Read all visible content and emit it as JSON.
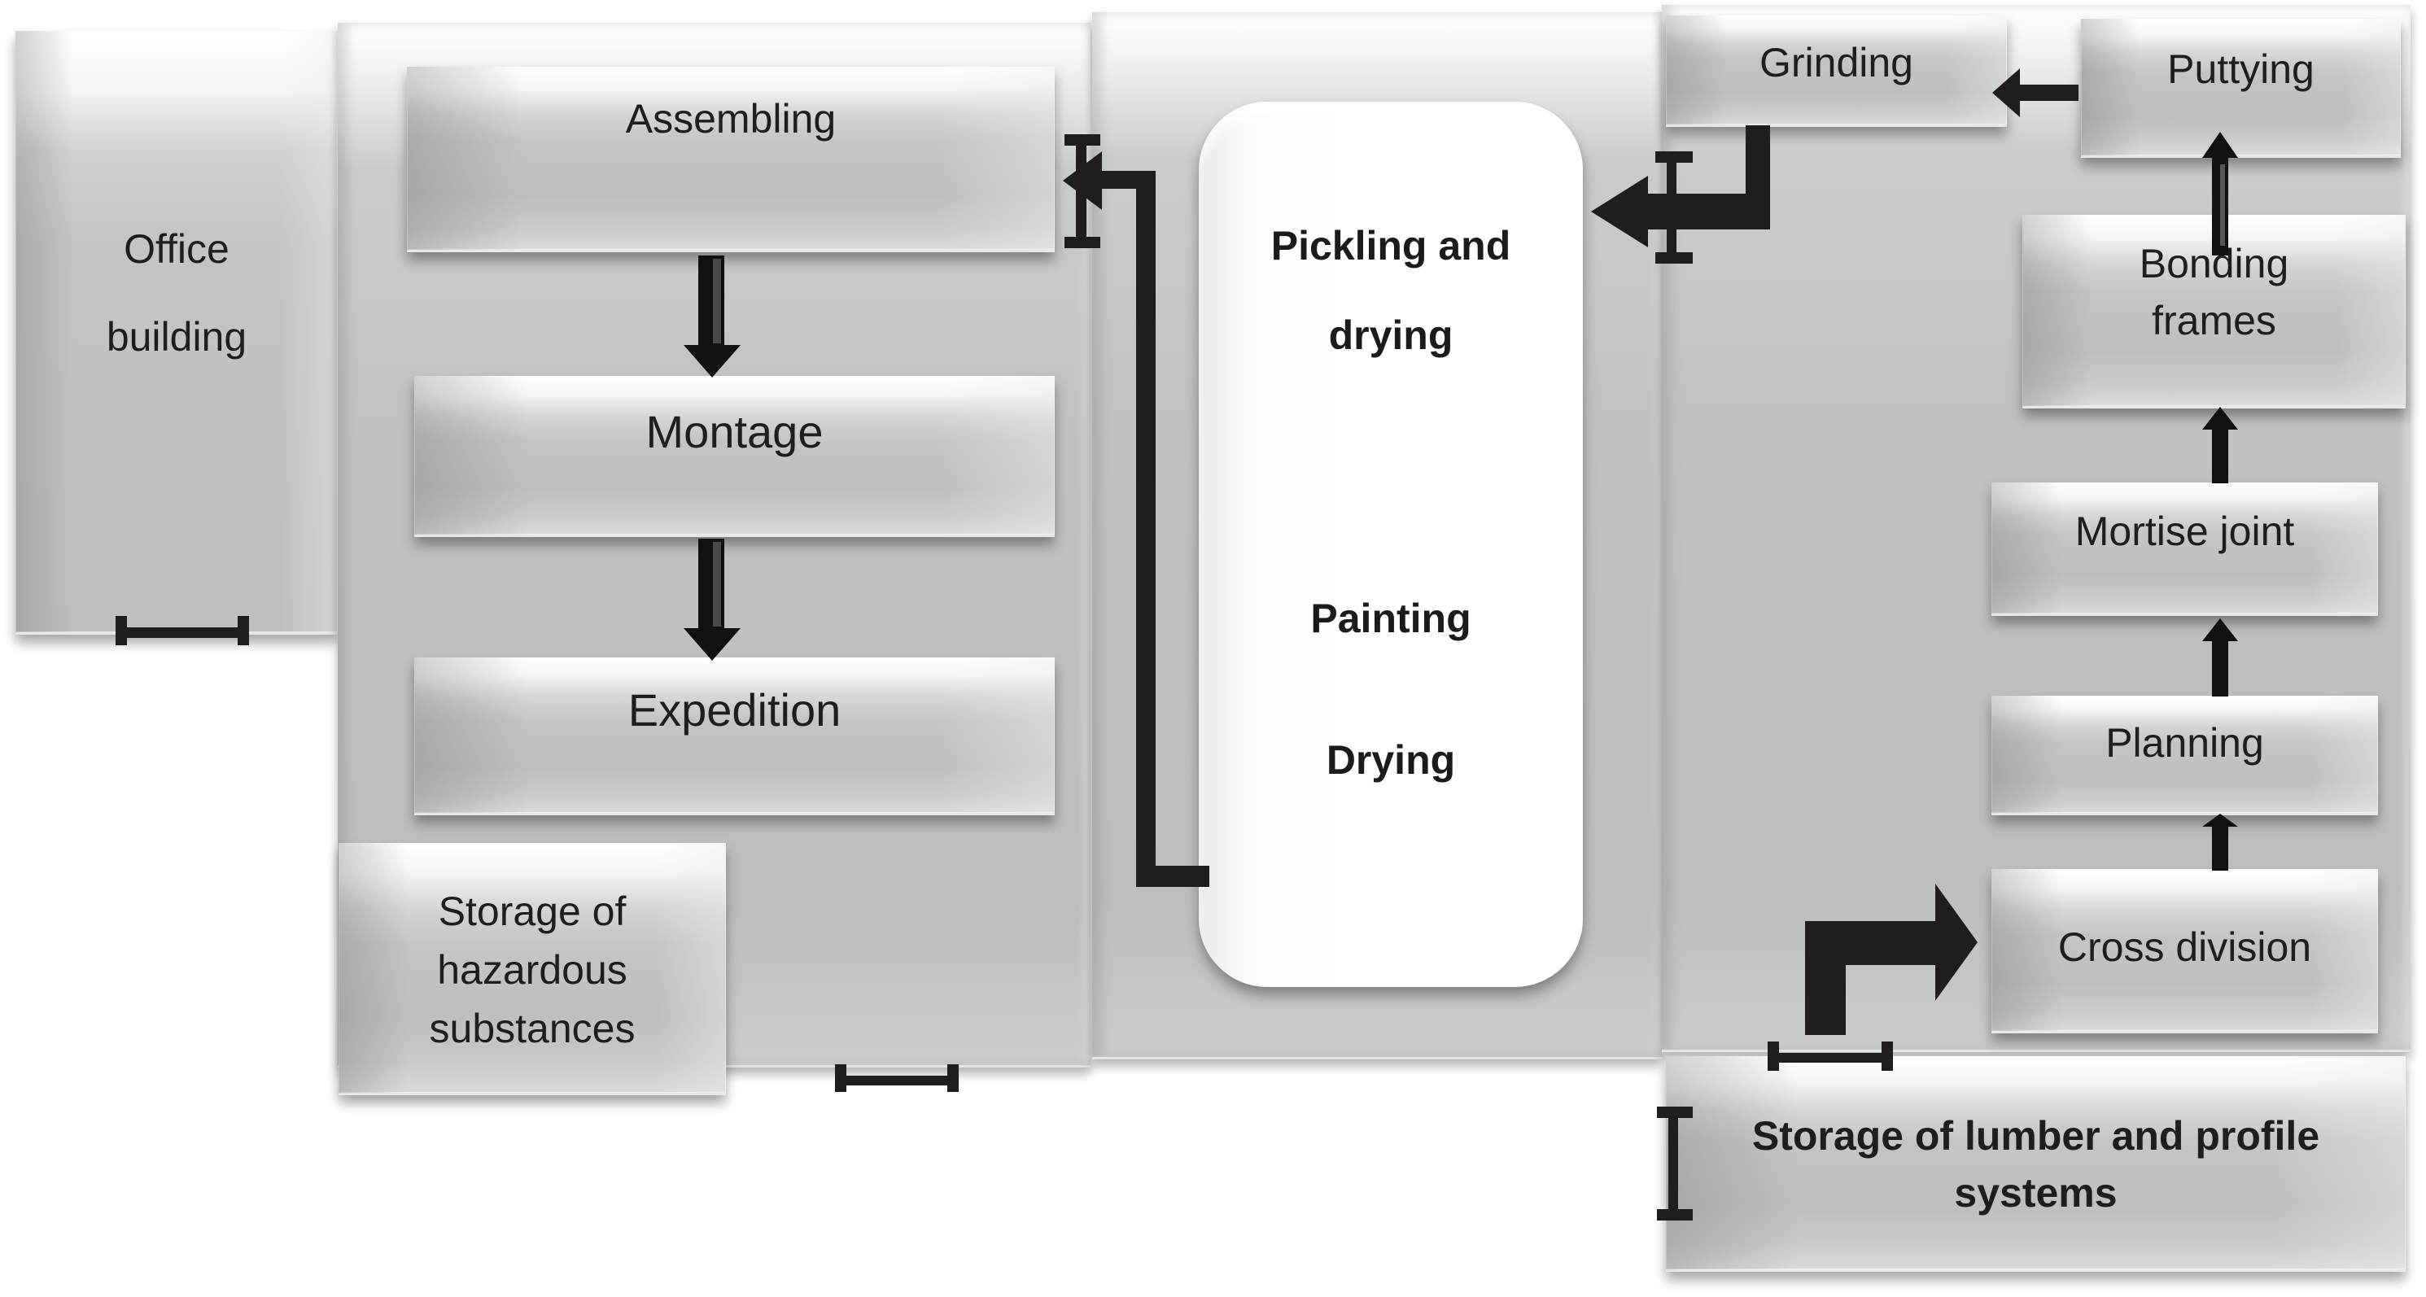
{
  "diagram": {
    "type": "factory-floor-plan-process-flow",
    "colors": {
      "block_gray": "#c0c2c3",
      "highlight_white": "#ffffff",
      "arrow_black": "#1f1d1e",
      "text": "#1e1e1e"
    },
    "areas": {
      "office": {
        "line1": "Office",
        "line2": "building"
      },
      "left_hall": {
        "assembling": "Assembling",
        "montage": "Montage",
        "expedition": "Expedition",
        "hazardous_storage": {
          "line1": "Storage of",
          "line2": "hazardous",
          "line3": "substances"
        }
      },
      "finishing_hall": {
        "pickling_line1": "Pickling and",
        "pickling_line2": "drying",
        "painting": "Painting",
        "drying": "Drying"
      },
      "right_hall": {
        "grinding": "Grinding",
        "puttying": "Puttying",
        "bonding": {
          "line1": "Bonding",
          "line2": "frames"
        },
        "mortise": "Mortise joint",
        "planning": "Planning",
        "cross_division": "Cross division"
      },
      "lumber_storage": {
        "line1": "Storage of lumber and profile",
        "line2": "systems"
      }
    },
    "flows": [
      {
        "from": "Storage of lumber and profile systems",
        "to": "Cross division"
      },
      {
        "from": "Cross division",
        "to": "Planning"
      },
      {
        "from": "Planning",
        "to": "Mortise joint"
      },
      {
        "from": "Mortise joint",
        "to": "Bonding frames"
      },
      {
        "from": "Bonding frames",
        "to": "Puttying"
      },
      {
        "from": "Puttying",
        "to": "Grinding"
      },
      {
        "from": "Grinding",
        "to": "Pickling and drying"
      },
      {
        "from": "Drying",
        "to": "Assembling"
      },
      {
        "from": "Assembling",
        "to": "Montage"
      },
      {
        "from": "Montage",
        "to": "Expedition"
      }
    ]
  }
}
